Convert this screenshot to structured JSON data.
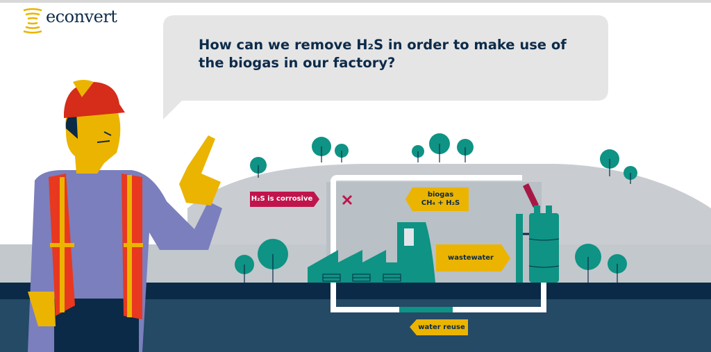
{
  "brand": {
    "name": "econvert",
    "logo_color": "#e9b400",
    "text_color": "#0d2b4a"
  },
  "speech_bubble": {
    "question": "How can we remove H₂S in order to make use of the biogas in our factory?"
  },
  "labels": {
    "corrosive": "H₂S is corrosive",
    "biogas_line1": "biogas",
    "biogas_line2": "CH₄ + H₂S",
    "wastewater": "wastewater",
    "water_reuse": "water reuse"
  },
  "colors": {
    "teal": "#0e9384",
    "yellow": "#ebb400",
    "crimson": "#c0144c",
    "navy": "#0b2a47",
    "water": "#244a66",
    "hill": "#c8ccd0"
  }
}
